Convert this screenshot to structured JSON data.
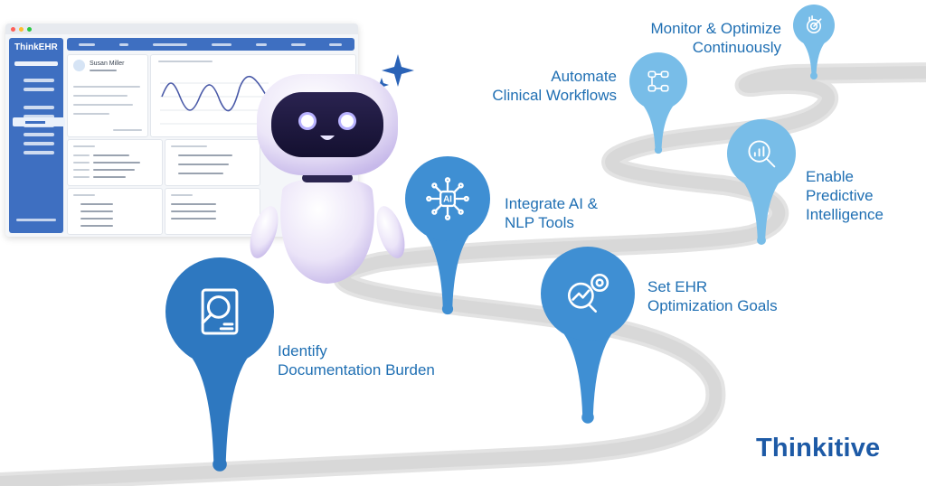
{
  "steps": [
    {
      "label_line1": "Identify",
      "label_line2": "Documentation Burden",
      "icon": "document-search-icon"
    },
    {
      "label_line1": "Integrate AI &",
      "label_line2": "NLP Tools",
      "icon": "ai-network-icon"
    },
    {
      "label_line1": "Set EHR",
      "label_line2": "Optimization Goals",
      "icon": "growth-target-icon"
    },
    {
      "label_line1": "Automate",
      "label_line2": "Clinical Workflows",
      "icon": "workflow-icon"
    },
    {
      "label_line1": "Enable",
      "label_line2": "Predictive",
      "label_line3": "Intelligence",
      "icon": "analytics-search-icon"
    },
    {
      "label_line1": "Monitor & Optimize",
      "label_line2": "Continuously",
      "icon": "monitor-target-icon"
    }
  ],
  "ehr_mockup": {
    "app_name": "ThinkEHR",
    "patient_name": "Susan Miller"
  },
  "brand": {
    "name_part1": "Think",
    "name_part2": "itive"
  },
  "colors": {
    "pin_dark": "#2e78c0",
    "pin_mid": "#3f8fd3",
    "pin_light": "#78bde8",
    "label_text": "#1f6fb3",
    "road": "#dedede",
    "brand": "#1d5aa6",
    "brand_accent": "#8cc63f"
  }
}
